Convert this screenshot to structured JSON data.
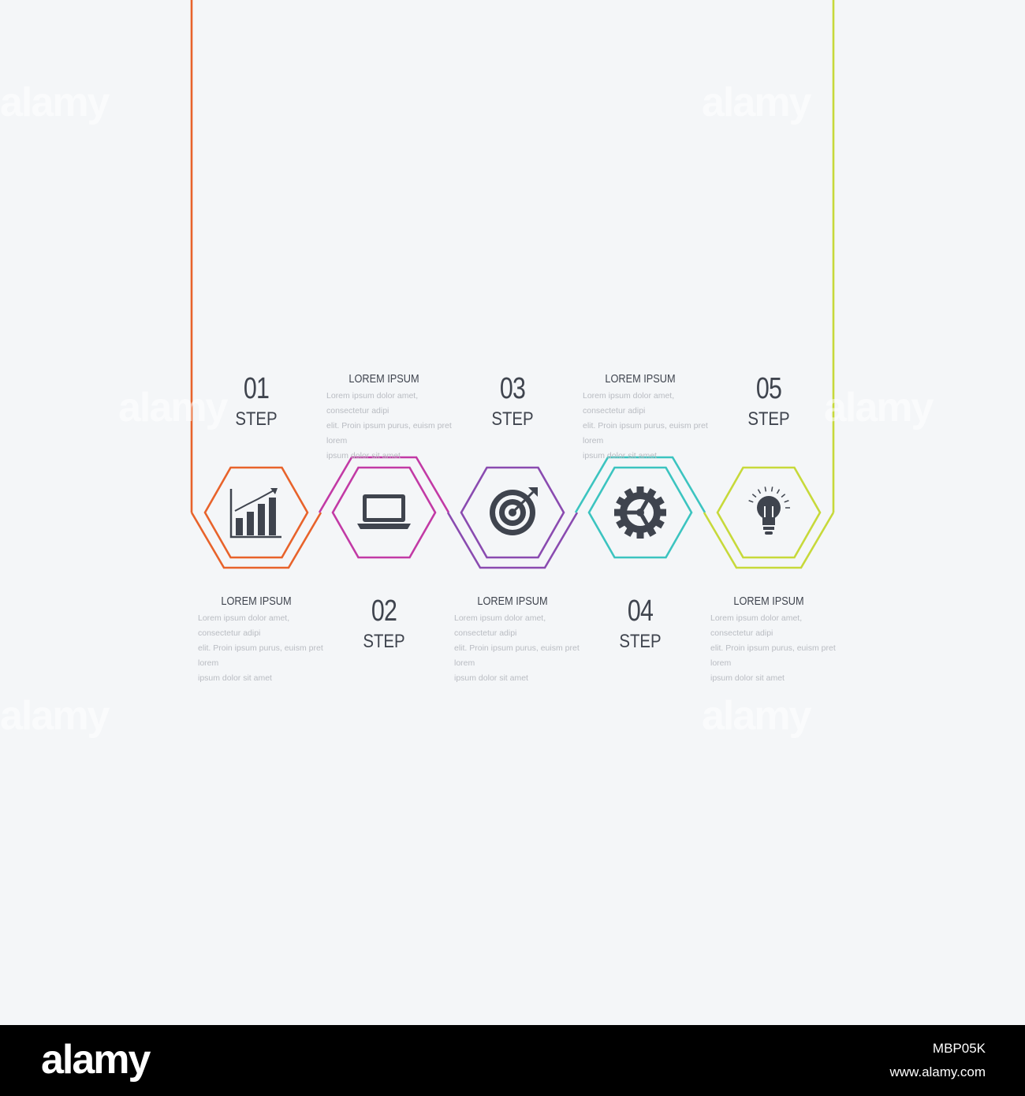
{
  "steps": [
    {
      "number": "01",
      "label": "STEP",
      "title": "LOREM IPSUM",
      "body": [
        "Lorem ipsum dolor amet, consectetur adipi",
        "elit. Proin ipsum purus, euism pret lorem",
        "ipsum dolor sit amet"
      ],
      "color": "#e8632b",
      "icon": "bar-chart-icon"
    },
    {
      "number": "02",
      "label": "STEP",
      "title": "LOREM IPSUM",
      "body": [
        "Lorem ipsum dolor amet, consectetur adipi",
        "elit. Proin ipsum purus, euism pret lorem",
        "ipsum dolor sit amet"
      ],
      "color": "#c23aa5",
      "icon": "laptop-icon"
    },
    {
      "number": "03",
      "label": "STEP",
      "title": "LOREM IPSUM",
      "body": [
        "Lorem ipsum dolor amet, consectetur adipi",
        "elit. Proin ipsum purus, euism pret lorem",
        "ipsum dolor sit amet"
      ],
      "color": "#8a4bb0",
      "icon": "target-icon"
    },
    {
      "number": "04",
      "label": "STEP",
      "title": "LOREM IPSUM",
      "body": [
        "Lorem ipsum dolor amet, consectetur adipi",
        "elit. Proin ipsum purus, euism pret lorem",
        "ipsum dolor sit amet"
      ],
      "color": "#3cc4c0",
      "icon": "gear-icon"
    },
    {
      "number": "05",
      "label": "STEP",
      "title": "LOREM IPSUM",
      "body": [
        "Lorem ipsum dolor amet, consectetur adipi",
        "elit. Proin ipsum purus, euism pret lorem",
        "ipsum dolor sit amet"
      ],
      "color": "#c7d93a",
      "icon": "lightbulb-icon"
    }
  ],
  "icon_color": "#3f444e",
  "watermark_text": "alamy",
  "footer": {
    "brand": "alamy",
    "image_code": "MBP05K",
    "site": "www.alamy.com"
  }
}
